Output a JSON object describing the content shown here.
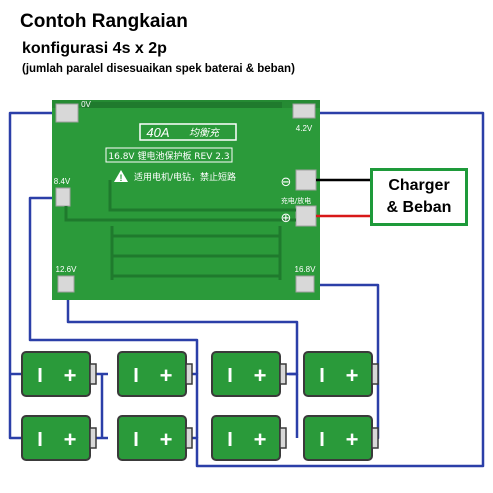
{
  "title": "Contoh Rangkaian",
  "subtitle": "konfigurasi 4s x 2p",
  "note": "(jumlah paralel disesuaikan spek baterai & beban)",
  "board": {
    "rating": "40A",
    "rating_cn": "均衡充",
    "model": "16.8V 锂电池保护板 REV 2.3",
    "warning": "适用电机/电钻，禁止短路",
    "charge_label": "充电/放电",
    "pads": {
      "b0": "0V",
      "b1": "4.2V",
      "b2": "8.4V",
      "b3": "12.6V",
      "b4": "16.8V"
    },
    "minus_symbol": "⊖",
    "plus_symbol": "⊕"
  },
  "charger": {
    "line1": "Charger",
    "line2": "& Beban"
  },
  "battery": {
    "minus": "I",
    "plus": "+"
  },
  "colors": {
    "board": "#2b9a3a",
    "wire": "#2b3fa8",
    "battery": "#2a9a3a",
    "battery_cap": "#d8d8d8",
    "charger_border": "#1e9a3a",
    "wire_negative": "#000000",
    "wire_positive": "#d81818"
  }
}
